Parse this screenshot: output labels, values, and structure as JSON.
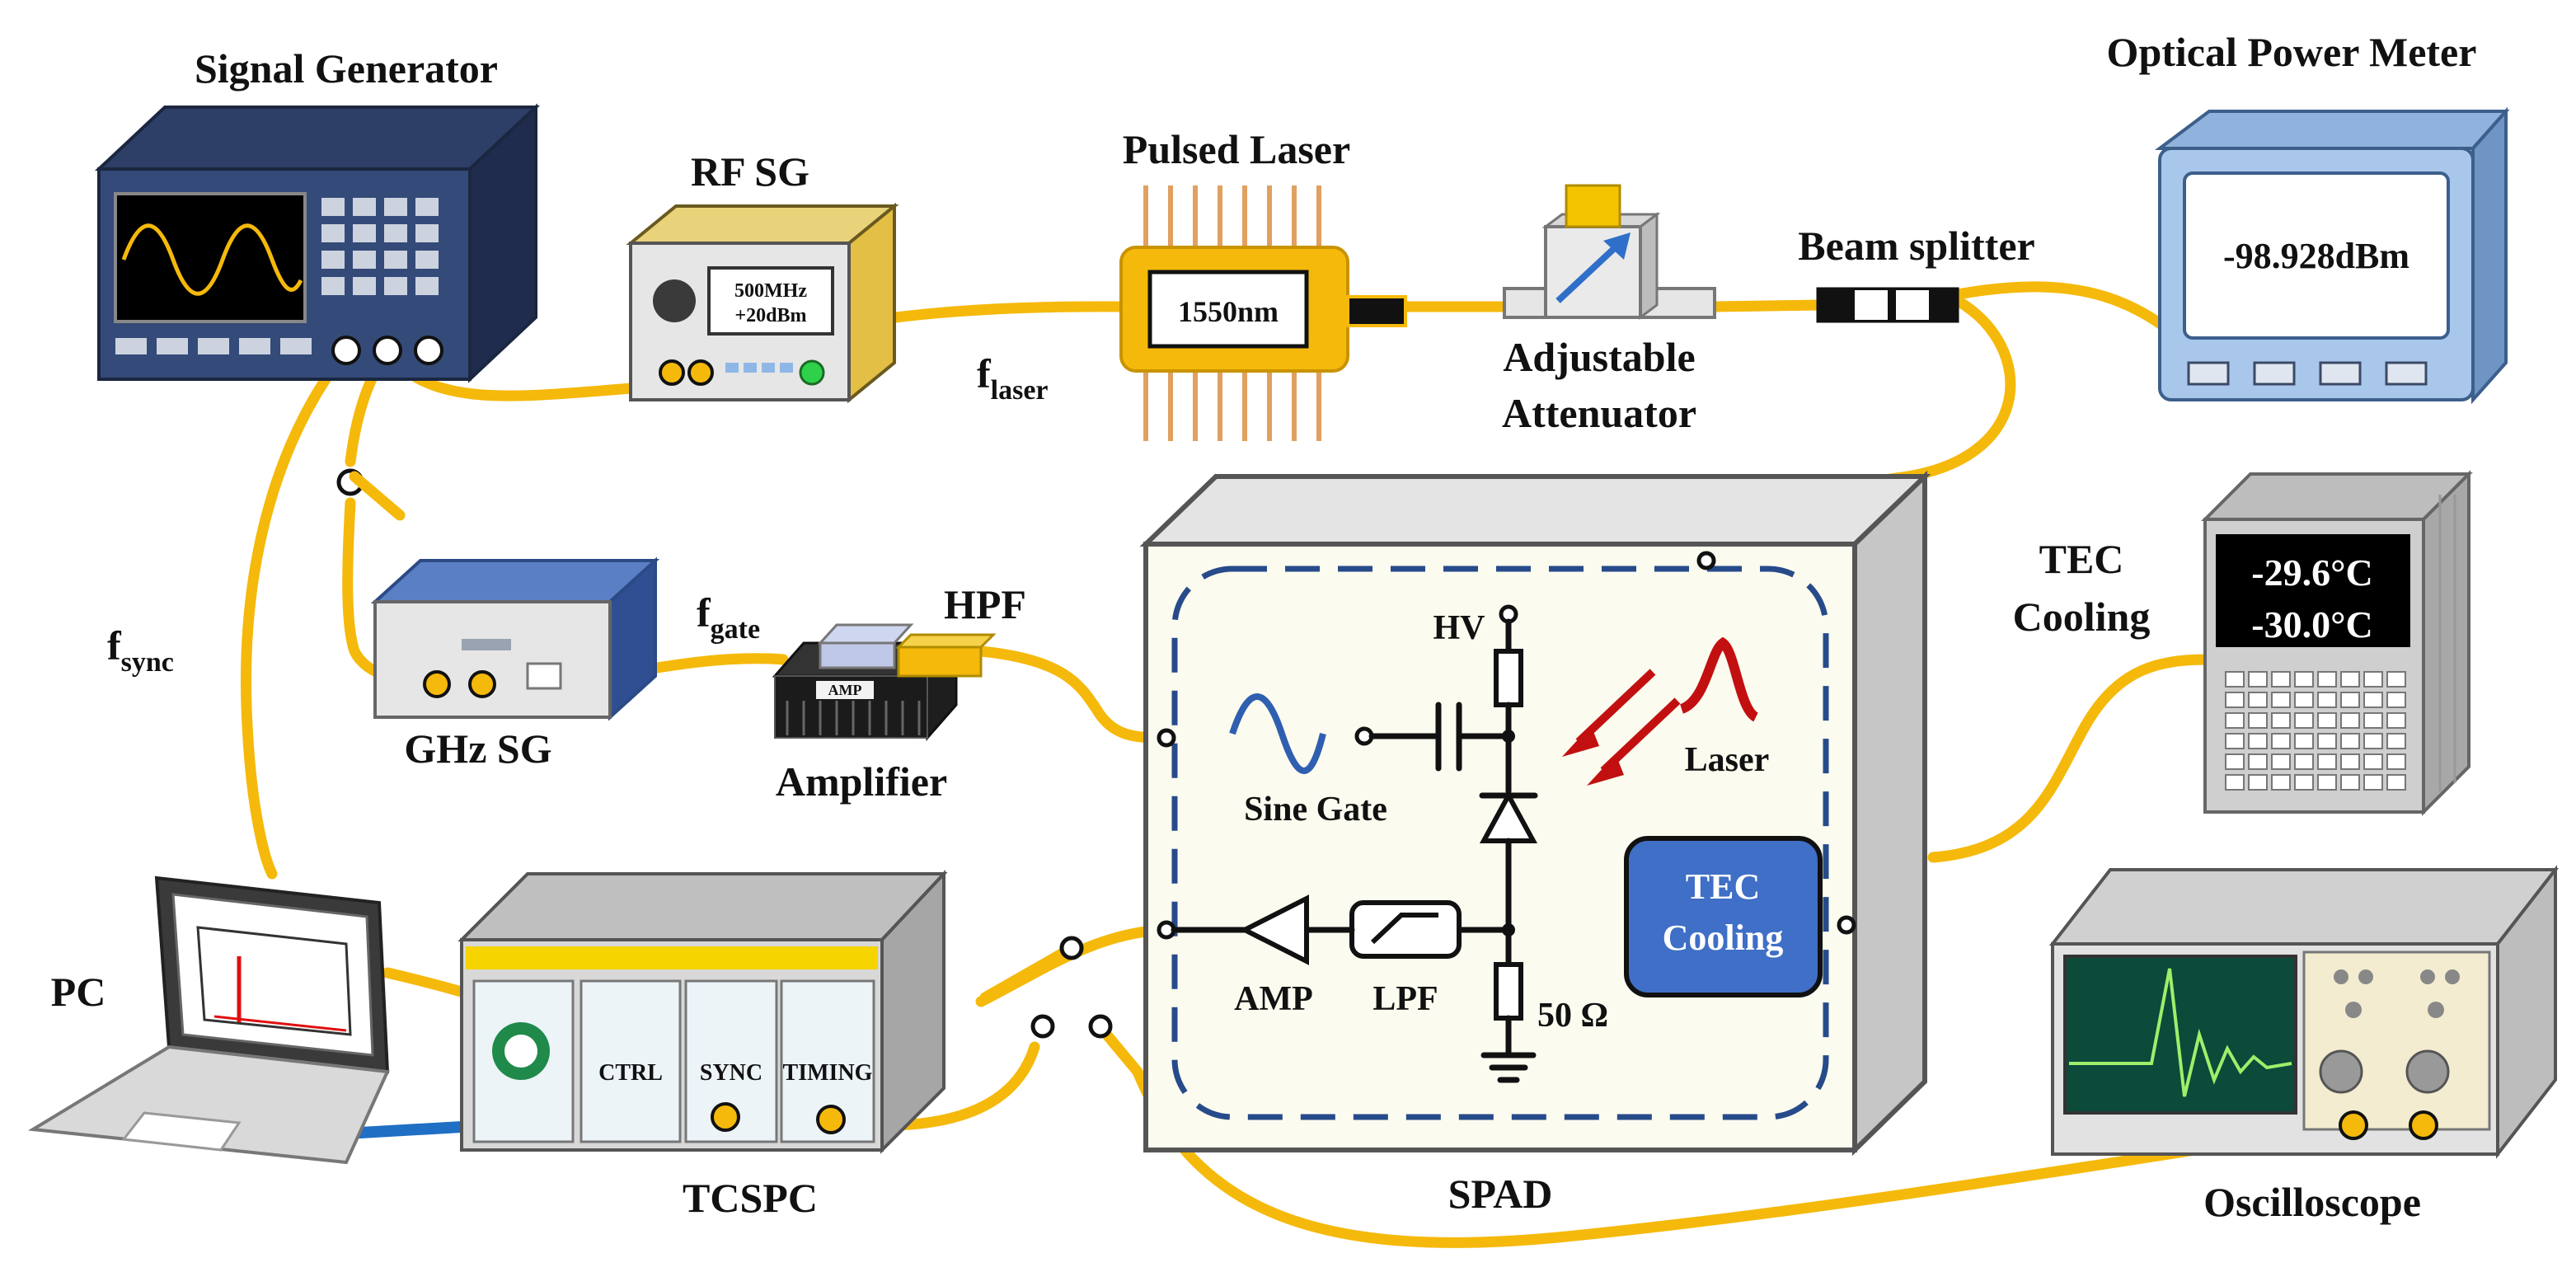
{
  "labels": {
    "signal_generator": "Signal Generator",
    "rf_sg": "RF SG",
    "rf_sg_display_line1": "500MHz",
    "rf_sg_display_line2": "+20dBm",
    "pulsed_laser": "Pulsed Laser",
    "laser_wavelength": "1550nm",
    "f_laser_main": "f",
    "f_laser_sub": "laser",
    "adjustable": "Adjustable",
    "attenuator": "Attenuator",
    "beam_splitter": "Beam splitter",
    "optical_power_meter": "Optical Power Meter",
    "power_reading": "-98.928dBm",
    "f_sync_main": "f",
    "f_sync_sub": "sync",
    "ghz_sg": "GHz SG",
    "f_gate_main": "f",
    "f_gate_sub": "gate",
    "hpf": "HPF",
    "amp_tag": "AMP",
    "amplifier": "Amplifier",
    "tec_cooling_line1": "TEC",
    "tec_cooling_line2": "Cooling",
    "temp_line1": "-29.6°C",
    "temp_line2": "-30.0°C",
    "pc": "PC",
    "tcspc": "TCSPC",
    "ctrl": "CTRL",
    "sync": "SYNC",
    "timing": "TIMING",
    "spad": "SPAD",
    "oscilloscope": "Oscilloscope",
    "hv": "HV",
    "sine_gate": "Sine Gate",
    "laser_in": "Laser",
    "amp": "AMP",
    "lpf": "LPF",
    "resistor_50": "50 Ω",
    "inner_tec_line1": "TEC",
    "inner_tec_line2": "Cooling"
  },
  "colors": {
    "cable": "#f5b90b",
    "spad_border": "#274b8a",
    "tec_block": "#3f6fc6",
    "laser_pulse": "#c21010",
    "scope_trace": "#9cf06a"
  }
}
